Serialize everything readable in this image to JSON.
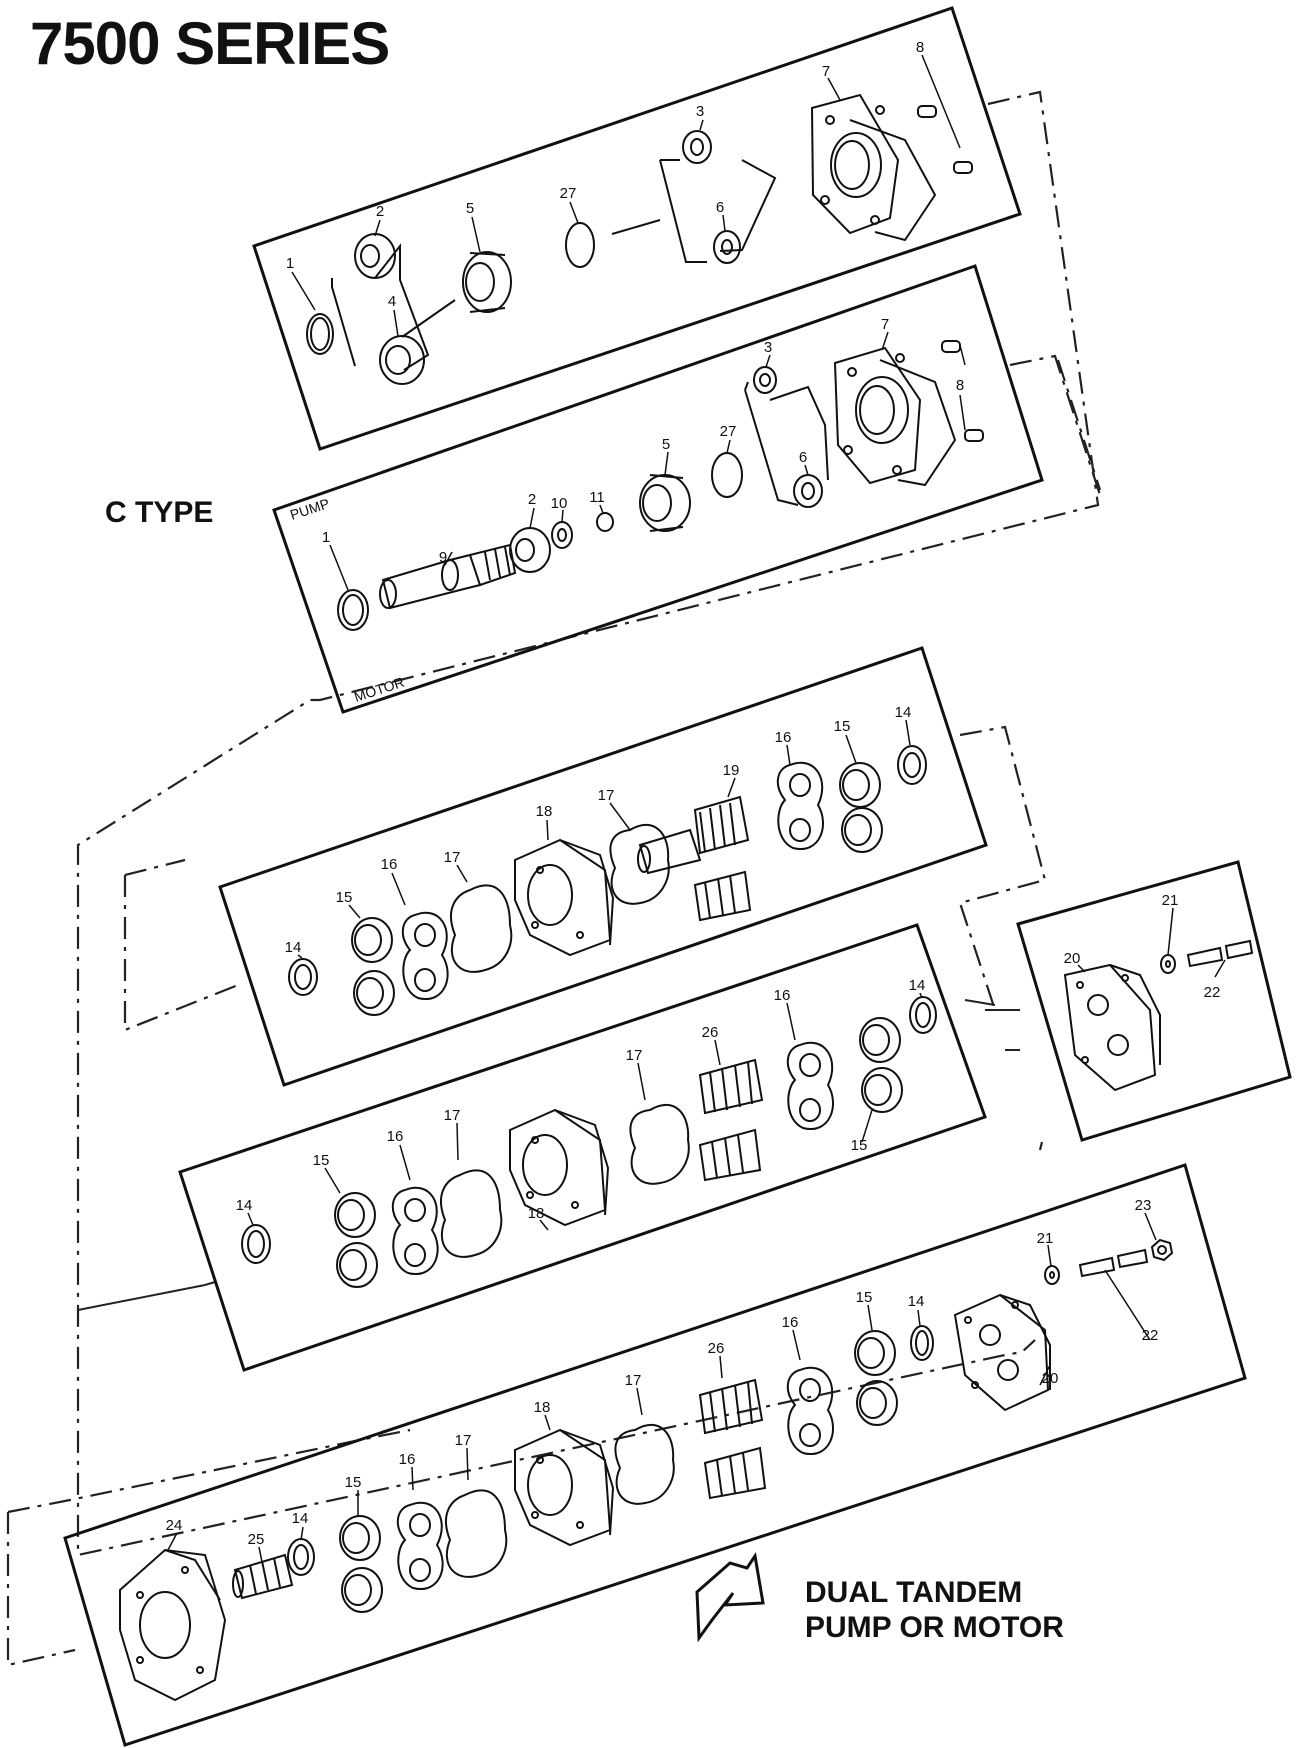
{
  "title": "7500 SERIES",
  "type_label": "C TYPE",
  "caption_line1": "DUAL TANDEM",
  "caption_line2": "PUMP OR MOTOR",
  "pump_label": "PUMP",
  "motor_label": "MOTOR",
  "panels": [
    {
      "id": "panel-1",
      "parts": [
        {
          "n": "1",
          "kind": "ring"
        },
        {
          "n": "2",
          "kind": "bearing"
        },
        {
          "n": "4",
          "kind": "bushing"
        },
        {
          "n": "5",
          "kind": "bushing"
        },
        {
          "n": "27",
          "kind": "ring"
        },
        {
          "n": "3",
          "kind": "seal"
        },
        {
          "n": "6",
          "kind": "seal"
        },
        {
          "n": "7",
          "kind": "cover"
        },
        {
          "n": "8",
          "kind": "bolt"
        }
      ]
    },
    {
      "id": "panel-2",
      "parts": [
        {
          "n": "1",
          "kind": "ring"
        },
        {
          "n": "9",
          "kind": "shaft"
        },
        {
          "n": "2",
          "kind": "bearing"
        },
        {
          "n": "10",
          "kind": "seal"
        },
        {
          "n": "11",
          "kind": "ring"
        },
        {
          "n": "5",
          "kind": "bushing"
        },
        {
          "n": "27",
          "kind": "ring"
        },
        {
          "n": "3",
          "kind": "seal"
        },
        {
          "n": "6",
          "kind": "seal"
        },
        {
          "n": "7",
          "kind": "cover"
        },
        {
          "n": "8",
          "kind": "bolt"
        }
      ]
    },
    {
      "id": "panel-3",
      "parts": [
        {
          "n": "14",
          "kind": "seal"
        },
        {
          "n": "15",
          "kind": "bushing-pair"
        },
        {
          "n": "16",
          "kind": "wear-plate"
        },
        {
          "n": "17",
          "kind": "gasket"
        },
        {
          "n": "18",
          "kind": "gear-housing"
        },
        {
          "n": "17",
          "kind": "gasket"
        },
        {
          "n": "19",
          "kind": "gear-shaft"
        },
        {
          "n": "16",
          "kind": "wear-plate"
        },
        {
          "n": "15",
          "kind": "bushing-pair"
        },
        {
          "n": "14",
          "kind": "seal"
        }
      ]
    },
    {
      "id": "panel-4",
      "parts": [
        {
          "n": "14",
          "kind": "seal"
        },
        {
          "n": "15",
          "kind": "bushing-pair"
        },
        {
          "n": "16",
          "kind": "wear-plate"
        },
        {
          "n": "17",
          "kind": "gasket"
        },
        {
          "n": "18",
          "kind": "gear-housing"
        },
        {
          "n": "17",
          "kind": "gasket"
        },
        {
          "n": "26",
          "kind": "gear-pair"
        },
        {
          "n": "16",
          "kind": "wear-plate"
        },
        {
          "n": "15",
          "kind": "bushing-pair"
        },
        {
          "n": "14",
          "kind": "seal"
        }
      ]
    },
    {
      "id": "panel-5",
      "parts": [
        {
          "n": "20",
          "kind": "end-cover"
        },
        {
          "n": "21",
          "kind": "washer"
        },
        {
          "n": "22",
          "kind": "stud"
        }
      ]
    },
    {
      "id": "panel-6",
      "parts": [
        {
          "n": "24",
          "kind": "end-cover"
        },
        {
          "n": "25",
          "kind": "connecting-shaft"
        },
        {
          "n": "14",
          "kind": "seal"
        },
        {
          "n": "15",
          "kind": "bushing-pair"
        },
        {
          "n": "16",
          "kind": "wear-plate"
        },
        {
          "n": "17",
          "kind": "gasket"
        },
        {
          "n": "18",
          "kind": "gear-housing"
        },
        {
          "n": "17",
          "kind": "gasket"
        },
        {
          "n": "26",
          "kind": "gear-pair"
        },
        {
          "n": "16",
          "kind": "wear-plate"
        },
        {
          "n": "15",
          "kind": "bushing-pair"
        },
        {
          "n": "14",
          "kind": "seal"
        },
        {
          "n": "20",
          "kind": "end-cover"
        },
        {
          "n": "21",
          "kind": "washer"
        },
        {
          "n": "22",
          "kind": "stud"
        },
        {
          "n": "23",
          "kind": "nut"
        }
      ]
    }
  ],
  "icon": "arrow-outline-icon"
}
